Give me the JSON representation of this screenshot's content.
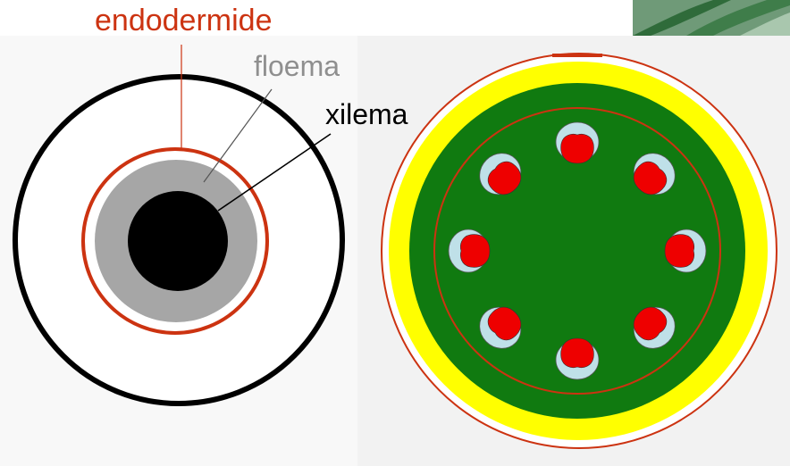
{
  "labels": {
    "endodermide": "endodermide",
    "floema": "floema",
    "xilema": "xilema"
  },
  "colors": {
    "endodermide": "#cc3311",
    "floema": "#a6a6a6",
    "xilema": "#000000",
    "floema_label": "#8f8f8f",
    "stele_green": "#107a10",
    "cortex_yellow": "#ffff00",
    "phloem_blue": "#bfe0e8",
    "xylem_red": "#ee0000"
  }
}
